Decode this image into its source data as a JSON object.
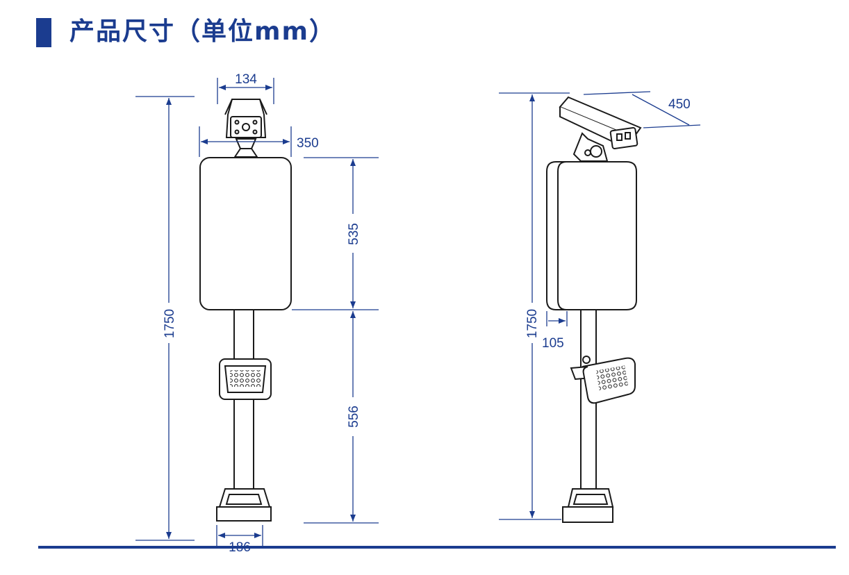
{
  "title": "产品尺寸（单位mm）",
  "front_view": {
    "camera_width": "134",
    "sign_width": "350",
    "sign_height": "535",
    "pole_height": "556",
    "total_height": "1750",
    "base_width": "186"
  },
  "side_view": {
    "camera_length": "450",
    "total_height": "1750",
    "offset": "105"
  },
  "colors": {
    "accent": "#1b3c8f",
    "line": "#1a1a1a"
  }
}
